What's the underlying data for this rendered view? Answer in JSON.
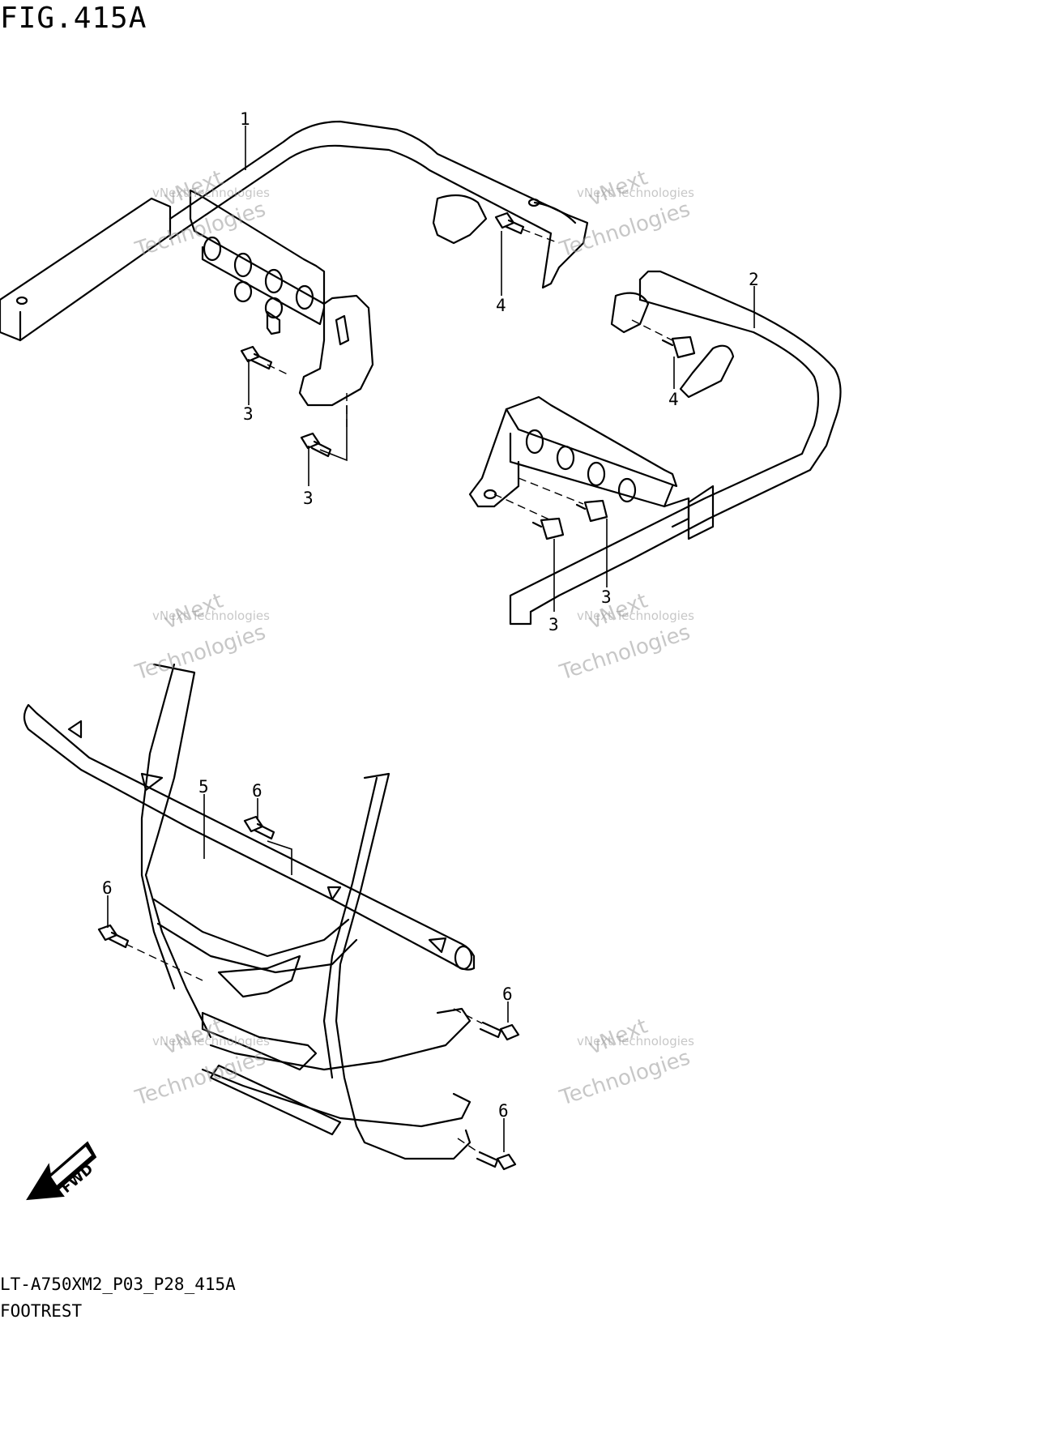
{
  "figure": {
    "title": "FIG.415A",
    "code": "LT-A750XM2_P03_P28_415A",
    "name": "FOOTREST"
  },
  "callouts": [
    "1",
    "2",
    "3",
    "3",
    "3",
    "3",
    "4",
    "4",
    "5",
    "6",
    "6",
    "6",
    "6"
  ],
  "fwd_label": "FWD",
  "watermark": {
    "line1": "vNext Technologies",
    "line2": "vNext",
    "line3": "Technologies"
  }
}
